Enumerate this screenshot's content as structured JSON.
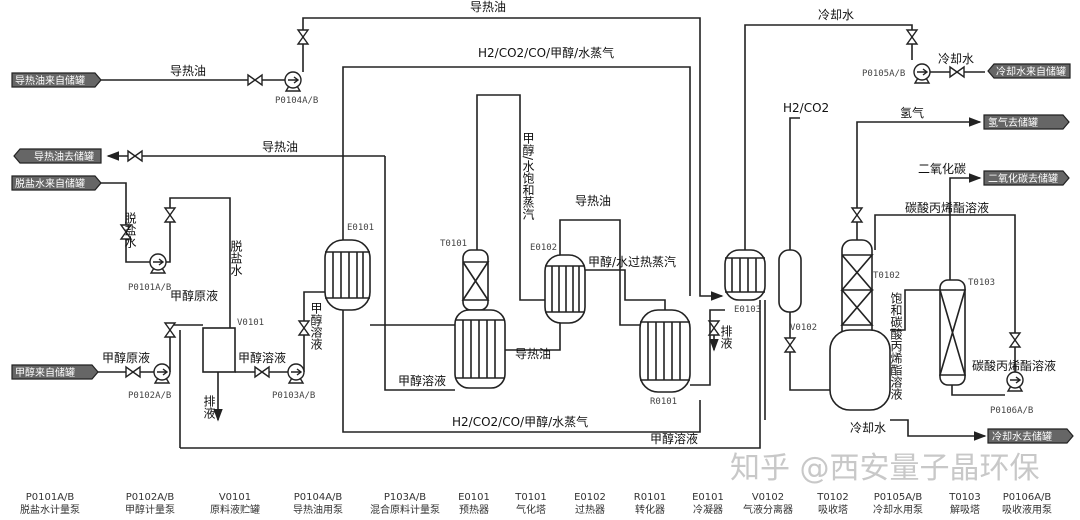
{
  "tags": {
    "oil_in": "导热油来自储罐",
    "oil_out": "导热油去储罐",
    "water_in": "脱盐水来自储罐",
    "methanol_in": "甲醇来自储罐",
    "cool_in": "冷却水来自储罐",
    "h2_out": "氢气去储罐",
    "co2_out": "二氧化碳去储罐",
    "cool_out": "冷却水去储罐"
  },
  "labels": {
    "oil_top": "导热油",
    "oil_left": "导热油",
    "oil_back": "导热油",
    "gas_top": "H2/CO2/CO/甲醇/水蒸气",
    "gas_bottom": "H2/CO2/CO/甲醇/水蒸气",
    "cool_top": "冷却水",
    "cool_right": "冷却水",
    "cool_bottom": "冷却水",
    "water": "脱盐水",
    "water2": "脱盐水",
    "methanol_raw1": "甲醇原液",
    "methanol_raw2": "甲醇原液",
    "methanol_sol1": "甲醇溶液",
    "methanol_sol2": "甲醇溶液",
    "methanol_sol3": "甲醇溶液",
    "methanol_sol4": "甲醇溶液",
    "vapor": "甲醇/水饱和蒸汽",
    "superheat": "甲醇/水过热蒸汽",
    "oil_e0102": "导热油",
    "oil_r": "导热油",
    "drain1": "排液",
    "drain2": "排液",
    "h2co2": "H2/CO2",
    "h2": "氢气",
    "co2": "二氧化碳",
    "pc_solution": "碳酸丙烯酯溶液",
    "pc_saturated": "饱和碳酸丙烯酯溶液",
    "pc_solution2": "碳酸丙烯酯溶液"
  },
  "codes": {
    "p0101": "P0101A/B",
    "p0102": "P0102A/B",
    "p0103": "P0103A/B",
    "p0104": "P0104A/B",
    "p0105": "P0105A/B",
    "p0106": "P0106A/B",
    "v0101": "V0101",
    "v0102": "V0102",
    "e0101": "E0101",
    "e0102": "E0102",
    "e0103": "E0103",
    "t0101": "T0101",
    "t0102": "T0102",
    "t0103": "T0103",
    "r0101": "R0101"
  },
  "legend": [
    {
      "code": "P0101A/B",
      "name": "脱盐水计量泵"
    },
    {
      "code": "P0102A/B",
      "name": "甲醇计量泵"
    },
    {
      "code": "V0101",
      "name": "原料液贮罐"
    },
    {
      "code": "P0104A/B",
      "name": "导热油用泵"
    },
    {
      "code": "P103A/B",
      "name": "混合原料计量泵"
    },
    {
      "code": "E0101",
      "name": "预热器"
    },
    {
      "code": "T0101",
      "name": "气化塔"
    },
    {
      "code": "E0102",
      "name": "过热器"
    },
    {
      "code": "R0101",
      "name": "转化器"
    },
    {
      "code": "E0101",
      "name": "冷凝器"
    },
    {
      "code": "V0102",
      "name": "气液分离器"
    },
    {
      "code": "T0102",
      "name": "吸收塔"
    },
    {
      "code": "P0105A/B",
      "name": "冷却水用泵"
    },
    {
      "code": "T0103",
      "name": "解吸塔"
    },
    {
      "code": "P0106A/B",
      "name": "吸收液用泵"
    }
  ],
  "watermark": "知乎 @西安量子晶环保"
}
